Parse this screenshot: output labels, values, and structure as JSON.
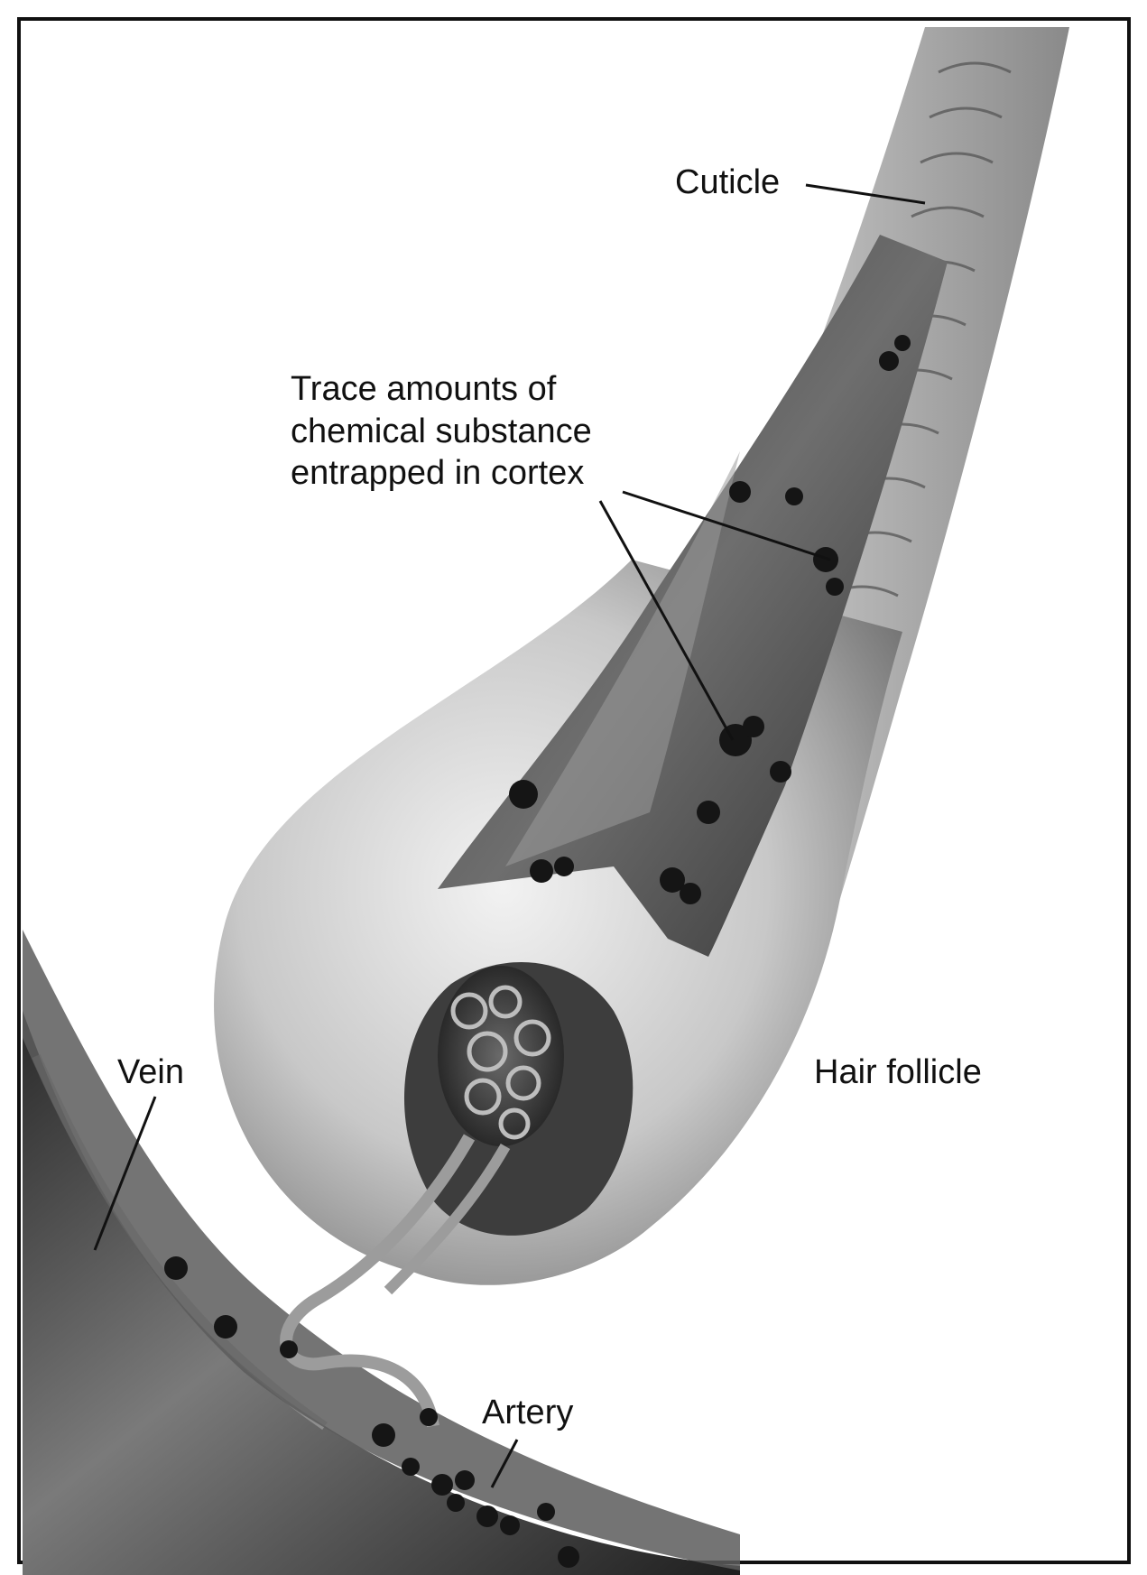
{
  "labels": {
    "cuticle": "Cuticle",
    "trace_line1": "Trace amounts of",
    "trace_line2": "chemical substance",
    "trace_line3": "entrapped in cortex",
    "vein": "Vein",
    "hair_follicle": "Hair follicle",
    "artery": "Artery"
  },
  "colors": {
    "frame": "#111111",
    "ink": "#111111",
    "shaft_light": "#cfcfcf",
    "cortex_dark": "#4a4a4a",
    "particle": "#151515"
  }
}
